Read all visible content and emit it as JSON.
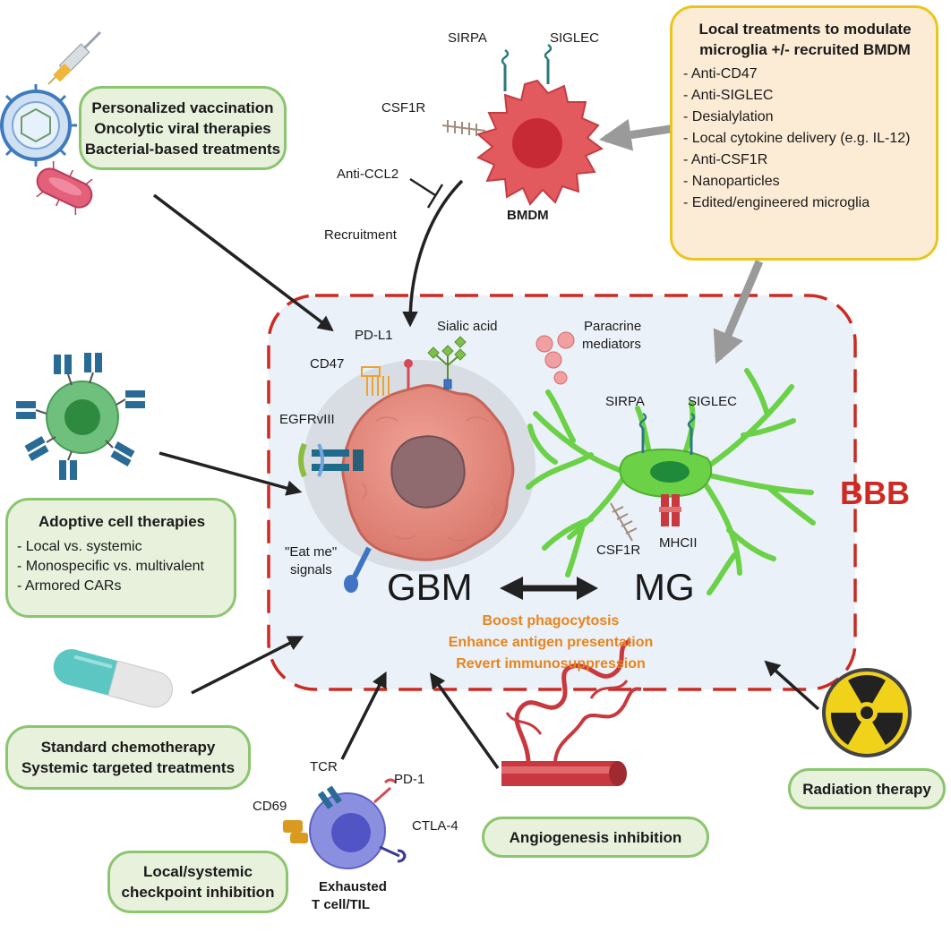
{
  "boxes": {
    "vaccination": {
      "lines": [
        "Personalized vaccination",
        "Oncolytic viral therapies",
        "Bacterial-based treatments"
      ]
    },
    "local_treatments": {
      "title": [
        "Local treatments to modulate",
        "microglia +/- recruited BMDM"
      ],
      "items": [
        "- Anti-CD47",
        "- Anti-SIGLEC",
        "- Desialylation",
        "- Local cytokine delivery (e.g. IL-12)",
        "- Anti-CSF1R",
        "- Nanoparticles",
        "- Edited/engineered microglia"
      ]
    },
    "adoptive": {
      "title": "Adoptive cell therapies",
      "items": [
        "- Local vs. systemic",
        "- Monospecific vs. multivalent",
        "- Armored CARs"
      ]
    },
    "chemo": {
      "lines": [
        "Standard chemotherapy",
        "Systemic targeted treatments"
      ]
    },
    "checkpoint": {
      "lines": [
        "Local/systemic",
        "checkpoint inhibition"
      ]
    },
    "angiogenesis": {
      "label": "Angiogenesis inhibition"
    },
    "radiation": {
      "label": "Radiation therapy"
    }
  },
  "labels": {
    "sirpa_bmdm": "SIRPA",
    "siglec_bmdm": "SIGLEC",
    "csf1r_bmdm": "CSF1R",
    "bmdm": "BMDM",
    "anti_ccl2": "Anti-CCL2",
    "recruitment": "Recruitment",
    "pdl1": "PD-L1",
    "sialic_acid": "Sialic acid",
    "paracrine": [
      "Paracrine",
      "mediators"
    ],
    "cd47": "CD47",
    "egfrviii": "EGFRvIII",
    "eat_me": [
      "\"Eat me\"",
      "signals"
    ],
    "gbm": "GBM",
    "mg": "MG",
    "sirpa_mg": "SIRPA",
    "siglec_mg": "SIGLEC",
    "csf1r_mg": "CSF1R",
    "mhcii": "MHCII",
    "bbb": "BBB",
    "tcr": "TCR",
    "pd1": "PD-1",
    "cd69": "CD69",
    "ctla4": "CTLA-4",
    "tcell": [
      "Exhausted",
      "T cell/TIL"
    ]
  },
  "outcomes": [
    "Boost phagocytosis",
    "Enhance antigen presentation",
    "Revert immunosuppression"
  ],
  "colors": {
    "box_border": "#8cc56f",
    "box_fill": "#e7f1dc",
    "yellow_border": "#e9c61f",
    "yellow_fill": "#fdecd5",
    "bbb_red": "#cc2a22",
    "orange_text": "#e8841d",
    "microglia": "#6bd147",
    "tumor": "#e78b80",
    "tcell": "#6f73d6"
  }
}
